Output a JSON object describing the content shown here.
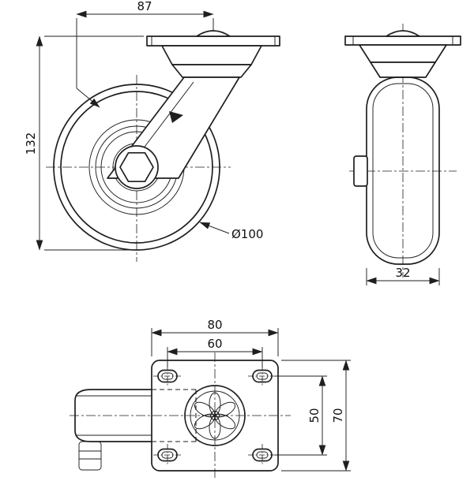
{
  "drawing": {
    "type": "caster-wheel-technical-drawing",
    "background_color": "#ffffff",
    "line_color": "#1f1f1f",
    "views": {
      "front": "front-view",
      "side": "side-view",
      "bottom": "mounting-plate-top-view"
    }
  },
  "dimensions": {
    "swivel_radius": "87",
    "overall_height": "132",
    "wheel_diameter": "Ø100",
    "wheel_width": "32",
    "plate_length": "80",
    "hole_spacing_length": "60",
    "hole_spacing_width": "50",
    "plate_width": "70"
  }
}
